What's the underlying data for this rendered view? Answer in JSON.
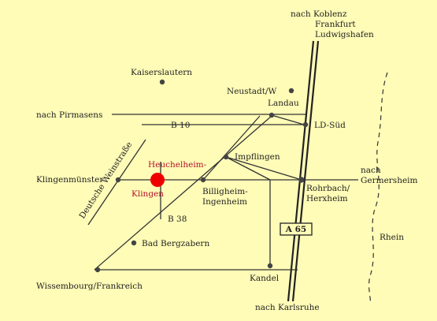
{
  "labels": {
    "koblenz_1": "nach Koblenz",
    "koblenz_2": "Frankfurt",
    "koblenz_3": "Ludwigshafen",
    "kaiserslautern": "Kaiserslautern",
    "neustadt": "Neustadt/W",
    "landau": "Landau",
    "pirmasens": "nach Pirmasens",
    "b10": "B 10",
    "ld_sued": "LD-Süd",
    "deutsche_weinstrasse": "Deutsche Weinstraße",
    "heuchelheim_1": "Heuchelheim-",
    "heuchelheim_2": "Klingen",
    "impflingen": "Impflingen",
    "klingenmuenster": "Klingenmünster",
    "billigheim_1": "Billigheim-",
    "billigheim_2": "Ingenheim",
    "germersheim_1": "nach",
    "germersheim_2": "Germersheim",
    "rohrbach_1": "Rohrbach/",
    "rohrbach_2": "Herxheim",
    "b38": "B 38",
    "a65": "A 65",
    "rhein": "Rhein",
    "bad_bergzabern": "Bad Bergzabern",
    "wissembourg": "Wissembourg/Frankreich",
    "kandel": "Kandel",
    "karlsruhe": "nach Karlsruhe"
  },
  "colors": {
    "background": "#fffcb7",
    "highlight": "#ee0000",
    "highlight_text": "#b0102a"
  }
}
